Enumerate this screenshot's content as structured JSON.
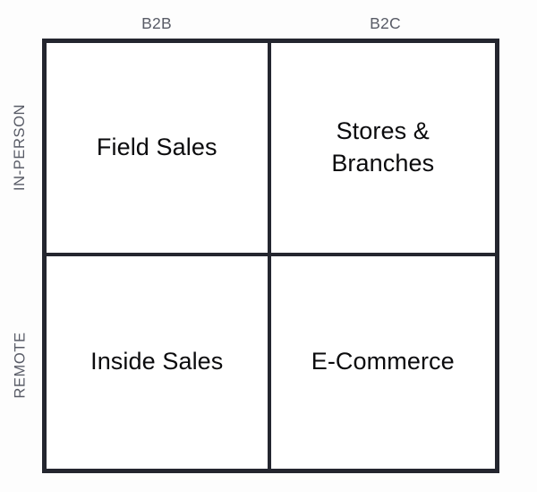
{
  "figure": {
    "name": "sales-channel-matrix",
    "type": "2x2-matrix",
    "background_color": "#fdfdfd",
    "border_color": "#24262f",
    "cell_background": "#ffffff",
    "header_text_color": "#585b66",
    "cell_text_color": "#0b0b0d"
  },
  "columns": [
    {
      "id": "b2b",
      "label": "B2B"
    },
    {
      "id": "b2c",
      "label": "B2C"
    }
  ],
  "rows": [
    {
      "id": "in-person",
      "label": "IN-PERSON"
    },
    {
      "id": "remote",
      "label": "REMOTE"
    }
  ],
  "cells": [
    {
      "id": "field-sales",
      "row": "in-person",
      "column": "b2b",
      "label": "Field Sales"
    },
    {
      "id": "stores-branches",
      "row": "in-person",
      "column": "b2c",
      "label": "Stores & Branches"
    },
    {
      "id": "inside-sales",
      "row": "remote",
      "column": "b2b",
      "label": "Inside Sales"
    },
    {
      "id": "ecommerce",
      "row": "remote",
      "column": "b2c",
      "label": "E-Commerce"
    }
  ]
}
